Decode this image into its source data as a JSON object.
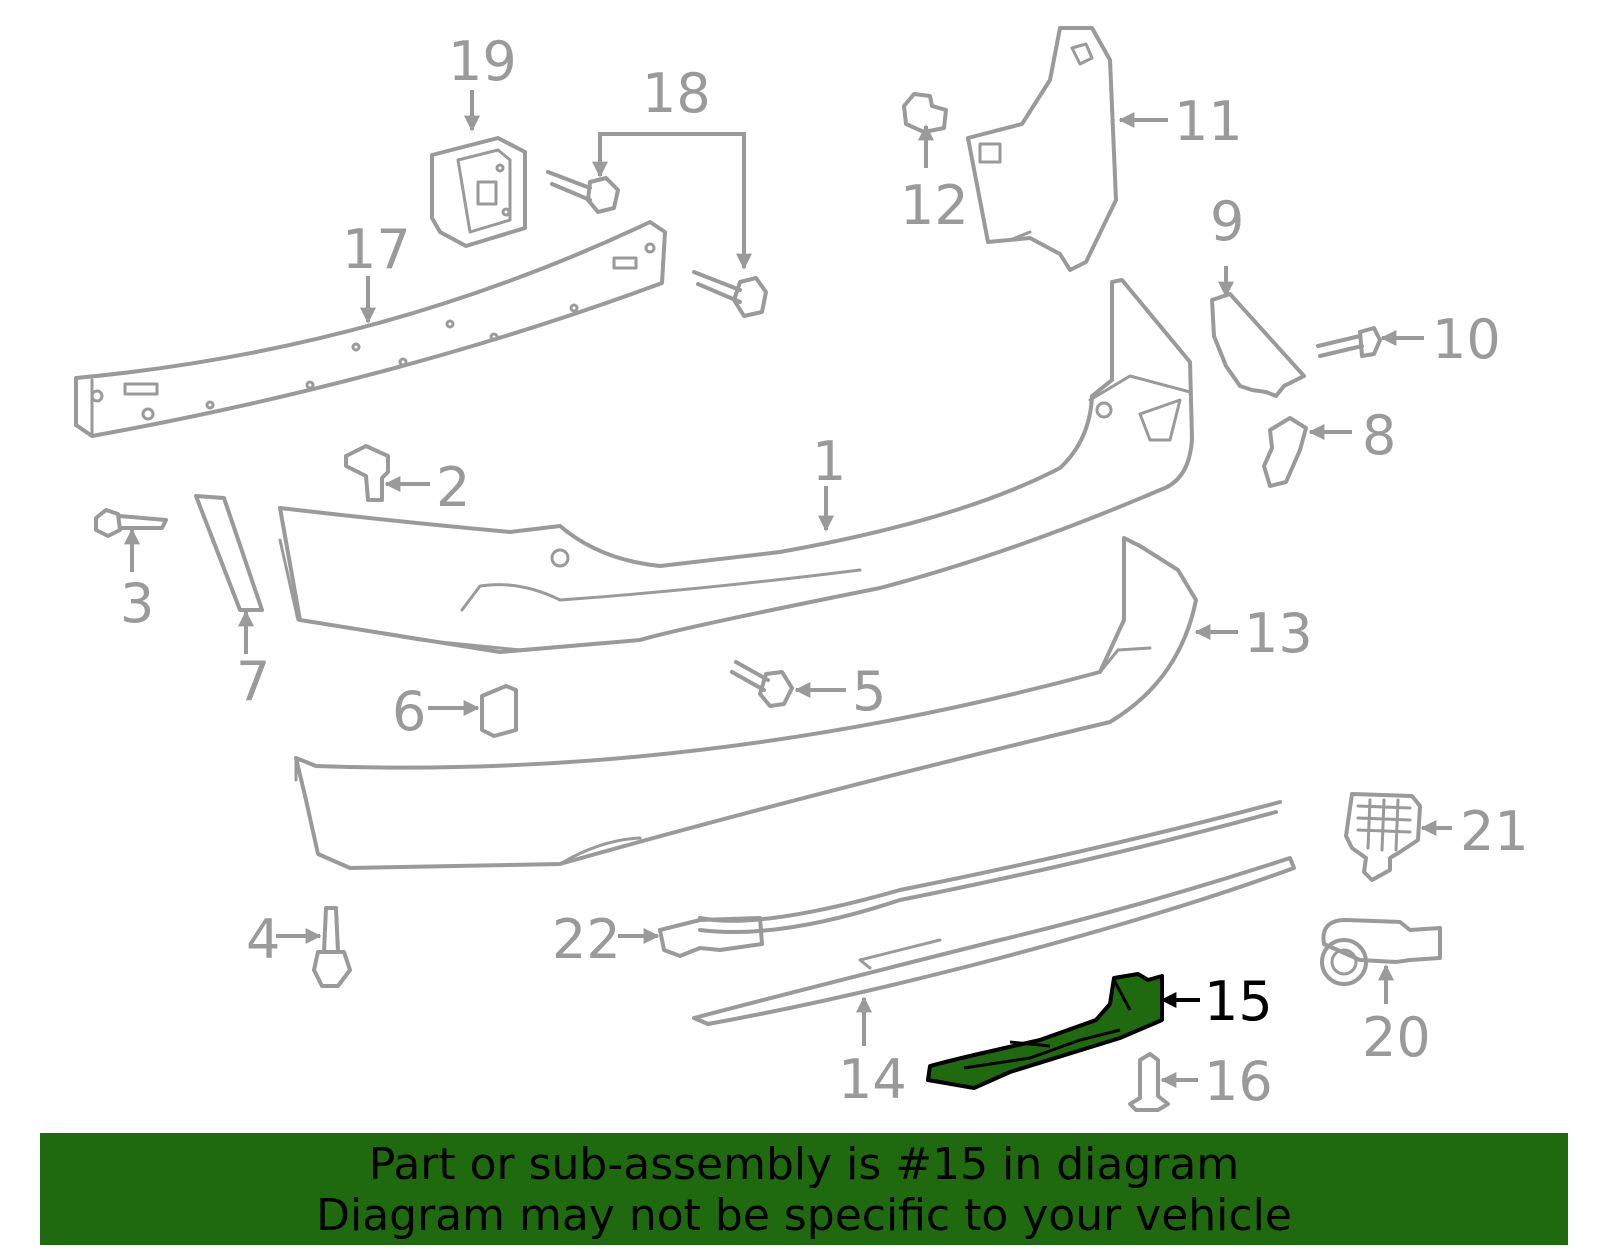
{
  "diagram": {
    "callouts": [
      "1",
      "2",
      "3",
      "4",
      "5",
      "6",
      "7",
      "8",
      "9",
      "10",
      "11",
      "12",
      "13",
      "14",
      "15",
      "16",
      "17",
      "18",
      "19",
      "20",
      "21",
      "22"
    ],
    "highlighted_part": "15",
    "highlight_color": "#1f6a0f",
    "line_color": "#9a9a9a"
  },
  "banner": {
    "line1": "Part or sub-assembly is #15 in diagram",
    "line2": "Diagram may not be specific to your vehicle",
    "background_color": "#1f6a0f"
  }
}
